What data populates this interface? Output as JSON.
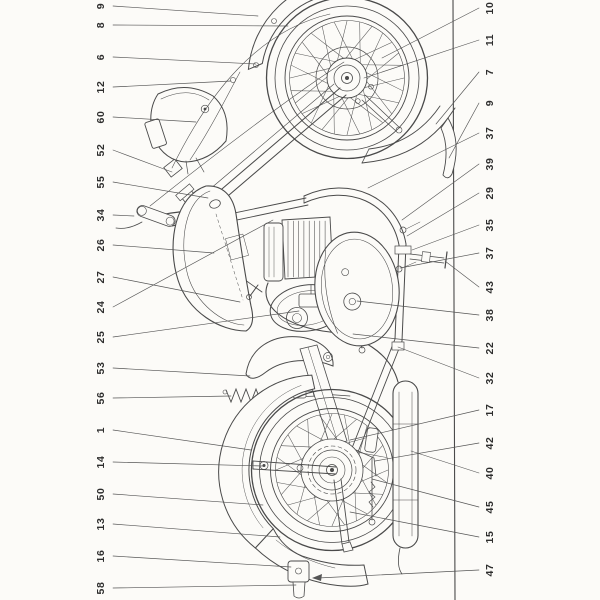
{
  "diagram": {
    "subject": "motorcycle-parts-diagram",
    "paper_color": "#fcfbf8",
    "ink_color": "#4a4a4a",
    "label_color": "#2e2e2e",
    "leader_color": "#555555"
  },
  "labels": {
    "left": [
      "9",
      "8",
      "6",
      "12",
      "60",
      "52",
      "55",
      "34",
      "26",
      "27",
      "24",
      "25",
      "53",
      "56",
      "1",
      "14",
      "50",
      "13",
      "16",
      "58"
    ],
    "right": [
      "10",
      "11",
      "7",
      "9",
      "37",
      "39",
      "29",
      "35",
      "37",
      "43",
      "38",
      "22",
      "32",
      "17",
      "42",
      "40",
      "45",
      "15",
      "47"
    ]
  }
}
